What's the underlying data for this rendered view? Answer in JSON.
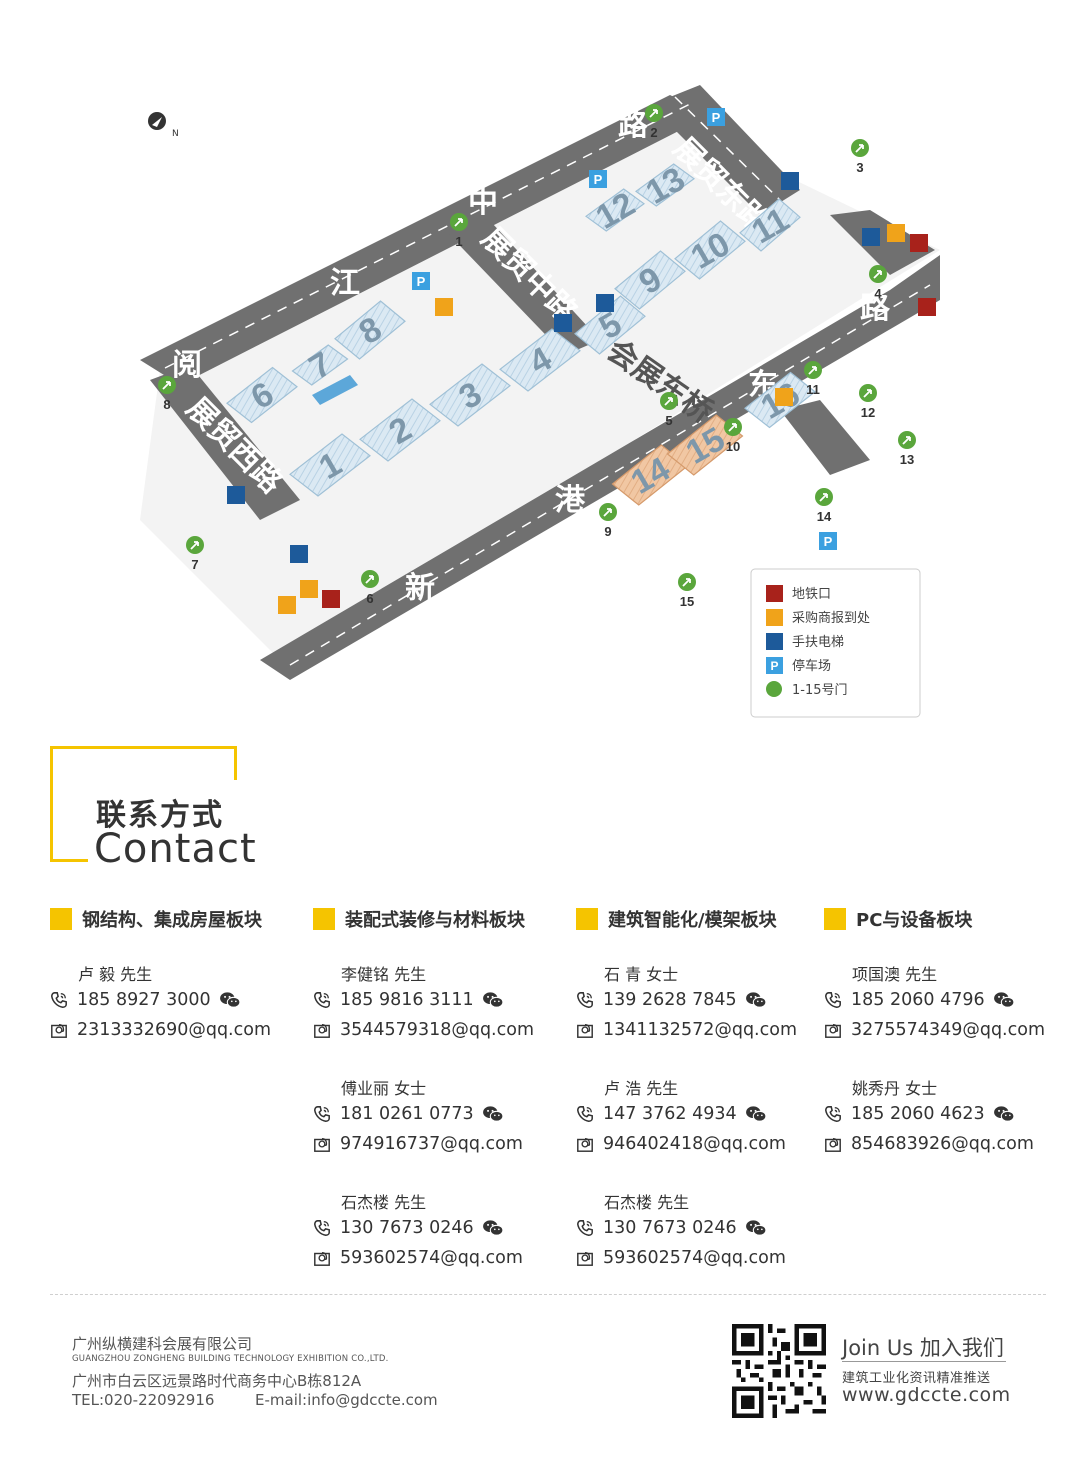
{
  "map": {
    "roads": {
      "north_top": "路",
      "north_mid": "中",
      "north_jiang": "江",
      "north_yue": "阅",
      "east_road": "展贸东路",
      "center_road": "展贸中路",
      "west_road": "展贸西路",
      "bridge": "会展东桥",
      "south_dong": "东",
      "south_gang": "港",
      "south_xin": "新",
      "east_lu": "路"
    },
    "halls": [
      "1",
      "2",
      "3",
      "4",
      "5",
      "6",
      "7",
      "8",
      "9",
      "10",
      "11",
      "12",
      "13",
      "14",
      "15",
      "16"
    ],
    "gates": [
      "1",
      "2",
      "3",
      "4",
      "5",
      "6",
      "7",
      "8",
      "9",
      "10",
      "11",
      "12",
      "13",
      "14",
      "15"
    ],
    "legend": [
      {
        "icon": "metro-icon",
        "label": "地铁口",
        "color": "#a8221b"
      },
      {
        "icon": "registration-icon",
        "label": "采购商报到处",
        "color": "#f0a31a"
      },
      {
        "icon": "escalator-icon",
        "label": "手扶电梯",
        "color": "#1d5a9a"
      },
      {
        "icon": "parking-icon",
        "label": "停车场",
        "color": "#3ba0e0"
      },
      {
        "icon": "gate-icon",
        "label": "1-15号门",
        "color": "#5aa63c"
      }
    ],
    "compass": "N"
  },
  "contact": {
    "title_cn": "联系方式",
    "title_en": "Contact"
  },
  "columns": [
    {
      "title": "钢结构、集成房屋板块",
      "people": [
        {
          "name": "卢  毅  先生",
          "phone": "185 8927 3000",
          "email": "2313332690@qq.com"
        }
      ]
    },
    {
      "title": "装配式装修与材料板块",
      "people": [
        {
          "name": "李健铭  先生",
          "phone": "185 9816 3111",
          "email": "3544579318@qq.com"
        },
        {
          "name": "傅业丽  女士",
          "phone": "181 0261 0773",
          "email": "974916737@qq.com"
        },
        {
          "name": "石杰楼  先生",
          "phone": "130 7673 0246",
          "email": "593602574@qq.com"
        }
      ]
    },
    {
      "title": "建筑智能化/模架板块",
      "people": [
        {
          "name": "石  青  女士",
          "phone": "139 2628 7845",
          "email": "1341132572@qq.com"
        },
        {
          "name": "卢  浩  先生",
          "phone": "147 3762 4934",
          "email": "946402418@qq.com"
        },
        {
          "name": "石杰楼  先生",
          "phone": "130 7673 0246",
          "email": "593602574@qq.com"
        }
      ]
    },
    {
      "title": "PC与设备板块",
      "people": [
        {
          "name": "项国澳  先生",
          "phone": "185 2060 4796",
          "email": "3275574349@qq.com"
        },
        {
          "name": "姚秀丹  女士",
          "phone": "185 2060 4623",
          "email": "854683926@qq.com"
        }
      ]
    }
  ],
  "footer": {
    "company": "广州纵横建科会展有限公司",
    "company_en": "GUANGZHOU ZONGHENG BUILDING TECHNOLOGY EXHIBITION CO.,LTD.",
    "address": "广州市白云区远景路时代商务中心B栋812A",
    "tel": "TEL:020-22092916",
    "email": "E-mail:info@gdccte.com",
    "join": "Join Us 加入我们",
    "slogan": "建筑工业化资讯精准推送",
    "website": "www.gdccte.com"
  },
  "colors": {
    "accent": "#f5c400",
    "road": "#707070",
    "hall": "#d6e7f2",
    "hall_highlight": "#f2c9a6"
  }
}
